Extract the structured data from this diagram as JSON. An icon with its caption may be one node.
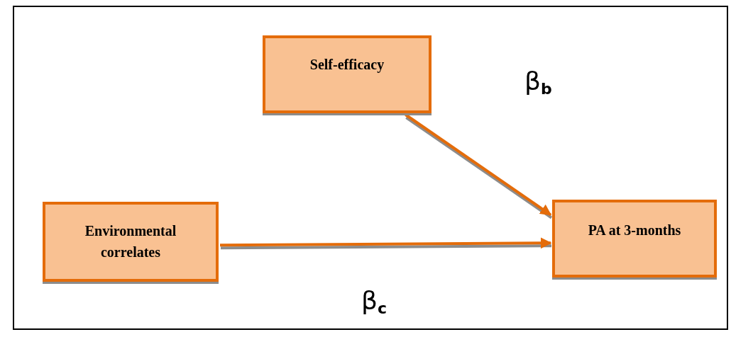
{
  "diagram": {
    "nodes": [
      {
        "text": [
          "Self-efficacy"
        ]
      },
      {
        "text": [
          "Environmental correlates"
        ]
      },
      {
        "text": [
          "PA at 3-months"
        ]
      }
    ],
    "edges": [
      {
        "from": 0,
        "to": 2,
        "arrow": "to",
        "label": "β$_{b}$"
      },
      {
        "from": 1,
        "to": 2,
        "arrow": "to",
        "label": "β$_{c}$"
      }
    ]
  }
}
